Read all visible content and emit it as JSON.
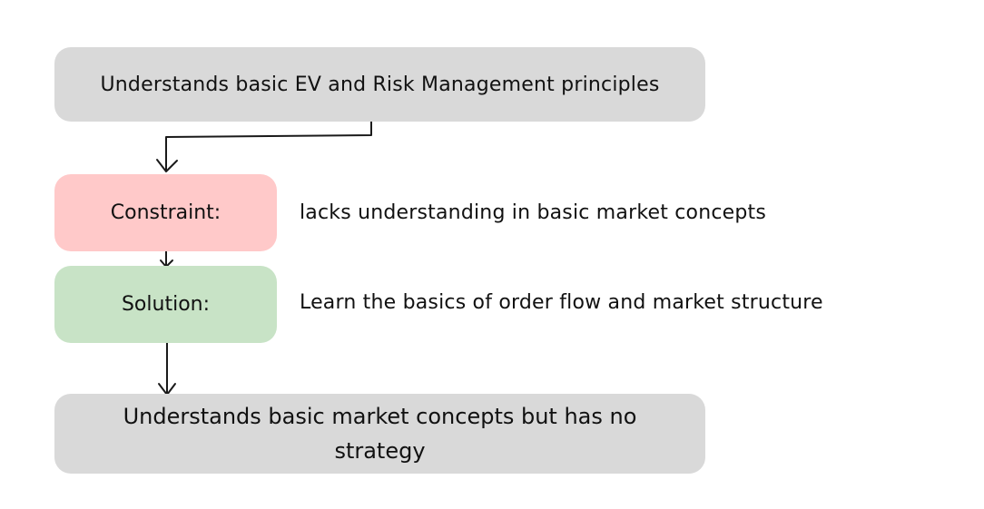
{
  "nodes": {
    "top": {
      "text": "Understands basic EV and Risk Management principles"
    },
    "constraint": {
      "label": "Constraint:",
      "description": "lacks understanding in basic market concepts",
      "color": "#ffc9c9"
    },
    "solution": {
      "label": "Solution:",
      "description": "Learn the basics of order flow and market structure",
      "color": "#c8e3c6"
    },
    "bottom": {
      "text": "Understands basic market concepts but has no strategy"
    }
  },
  "colors": {
    "neutral_box": "#d9d9d9",
    "arrow": "#1a1a1a"
  }
}
